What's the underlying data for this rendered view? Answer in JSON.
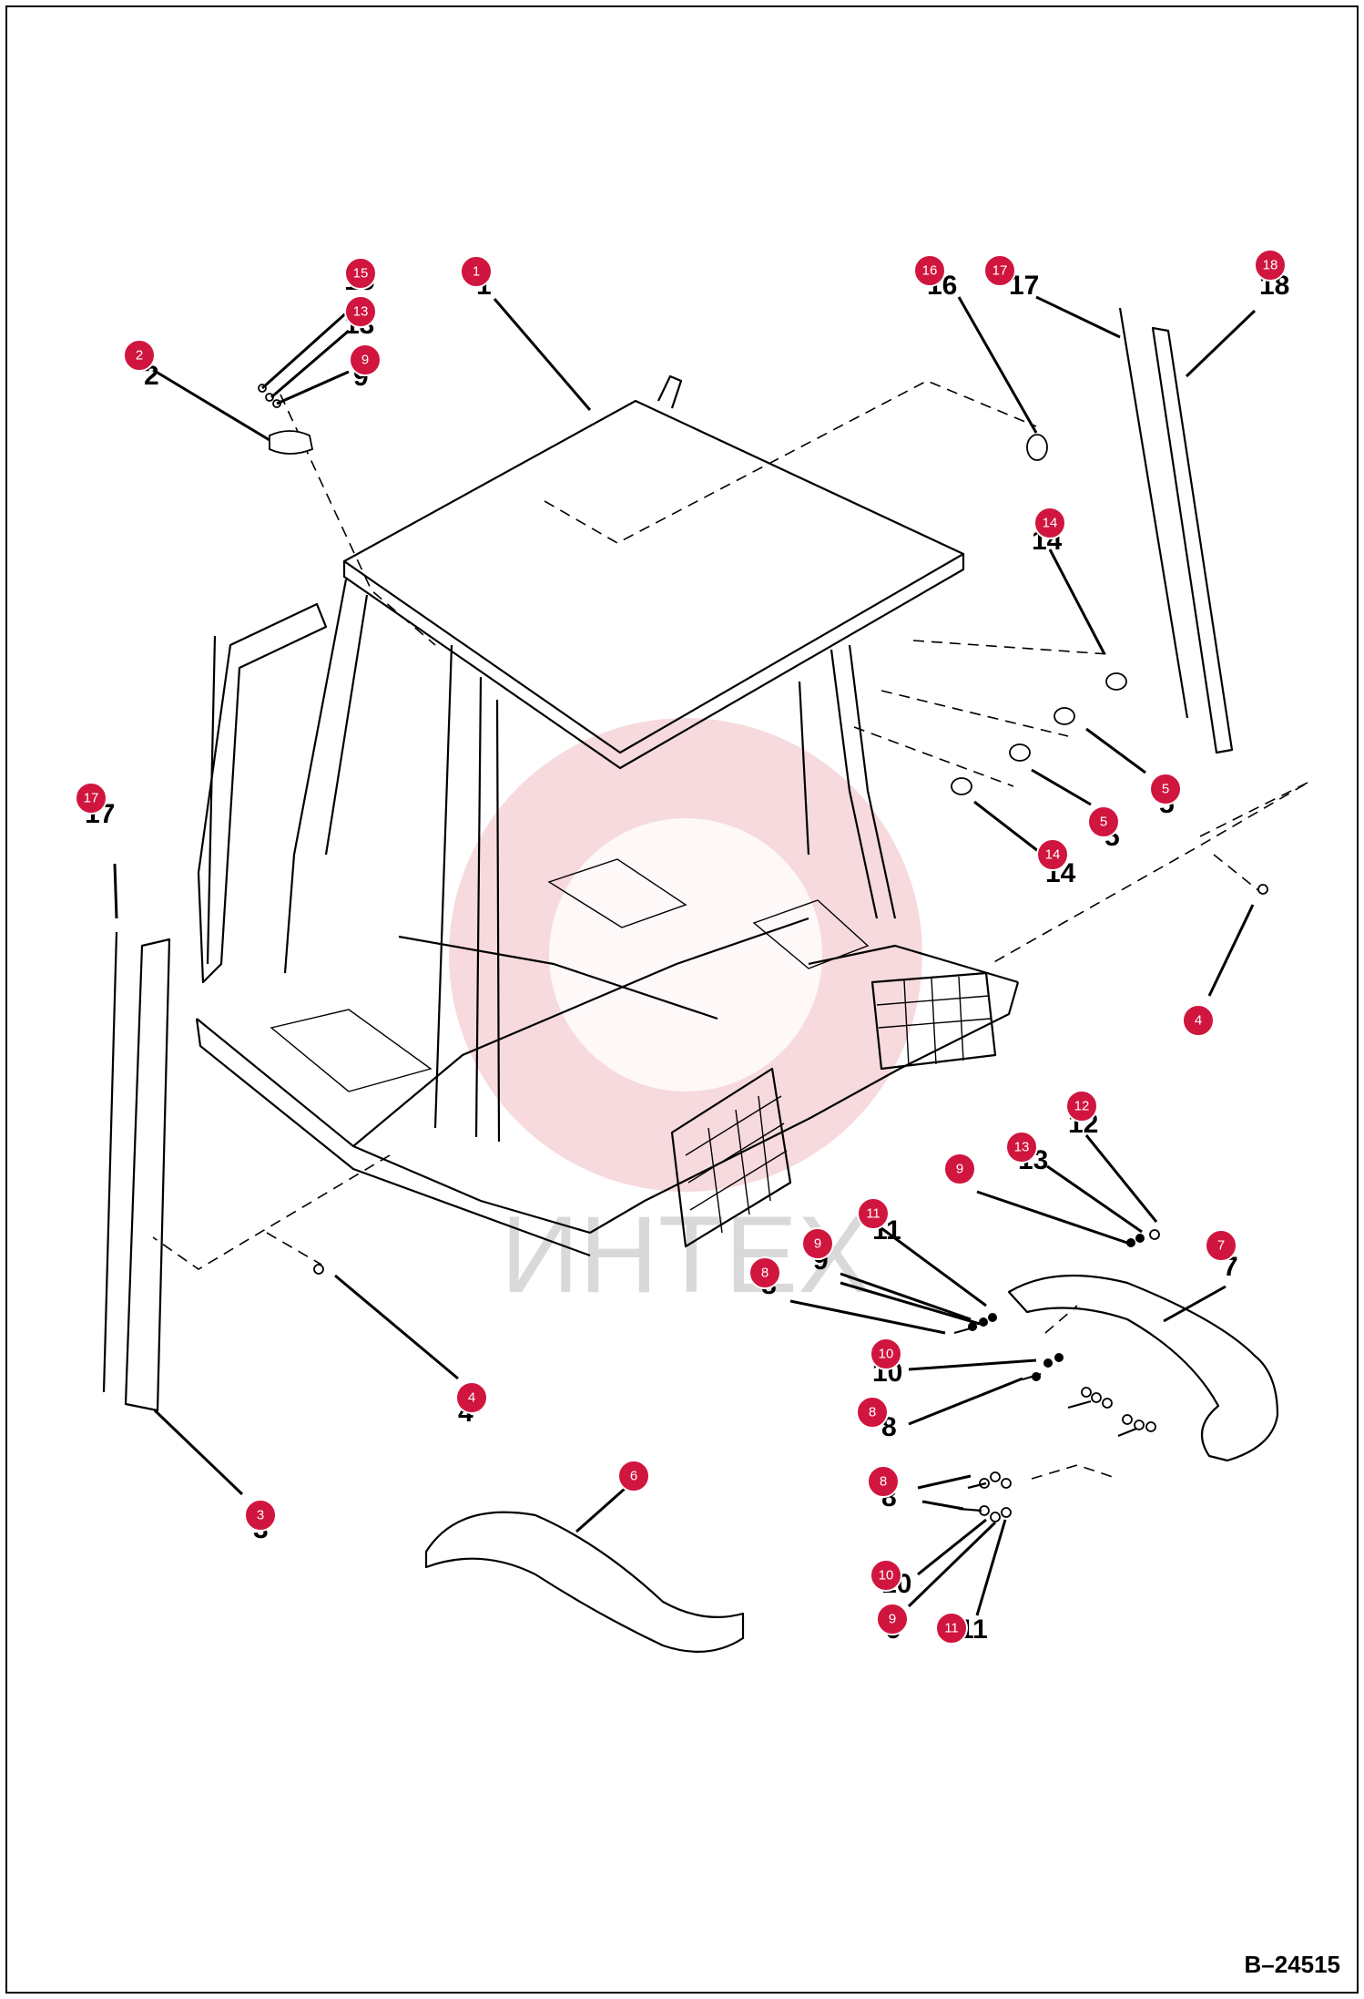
{
  "document_number": "B–24515",
  "watermark_text": "ИНТЕХ",
  "colors": {
    "callout": "#d0153e",
    "watermark": "#e8959f",
    "line": "#000000"
  },
  "callouts": [
    {
      "n": "1"
    },
    {
      "n": "2"
    },
    {
      "n": "15"
    },
    {
      "n": "13"
    },
    {
      "n": "9"
    },
    {
      "n": "16"
    },
    {
      "n": "17"
    },
    {
      "n": "18"
    },
    {
      "n": "14"
    },
    {
      "n": "5"
    },
    {
      "n": "5"
    },
    {
      "n": "14"
    },
    {
      "n": "17"
    },
    {
      "n": "4"
    },
    {
      "n": "4"
    },
    {
      "n": "3"
    },
    {
      "n": "6"
    },
    {
      "n": "12"
    },
    {
      "n": "13"
    },
    {
      "n": "9"
    },
    {
      "n": "11"
    },
    {
      "n": "9"
    },
    {
      "n": "8"
    },
    {
      "n": "7"
    },
    {
      "n": "10"
    },
    {
      "n": "8"
    },
    {
      "n": "8"
    },
    {
      "n": "10"
    },
    {
      "n": "9"
    },
    {
      "n": "11"
    }
  ]
}
